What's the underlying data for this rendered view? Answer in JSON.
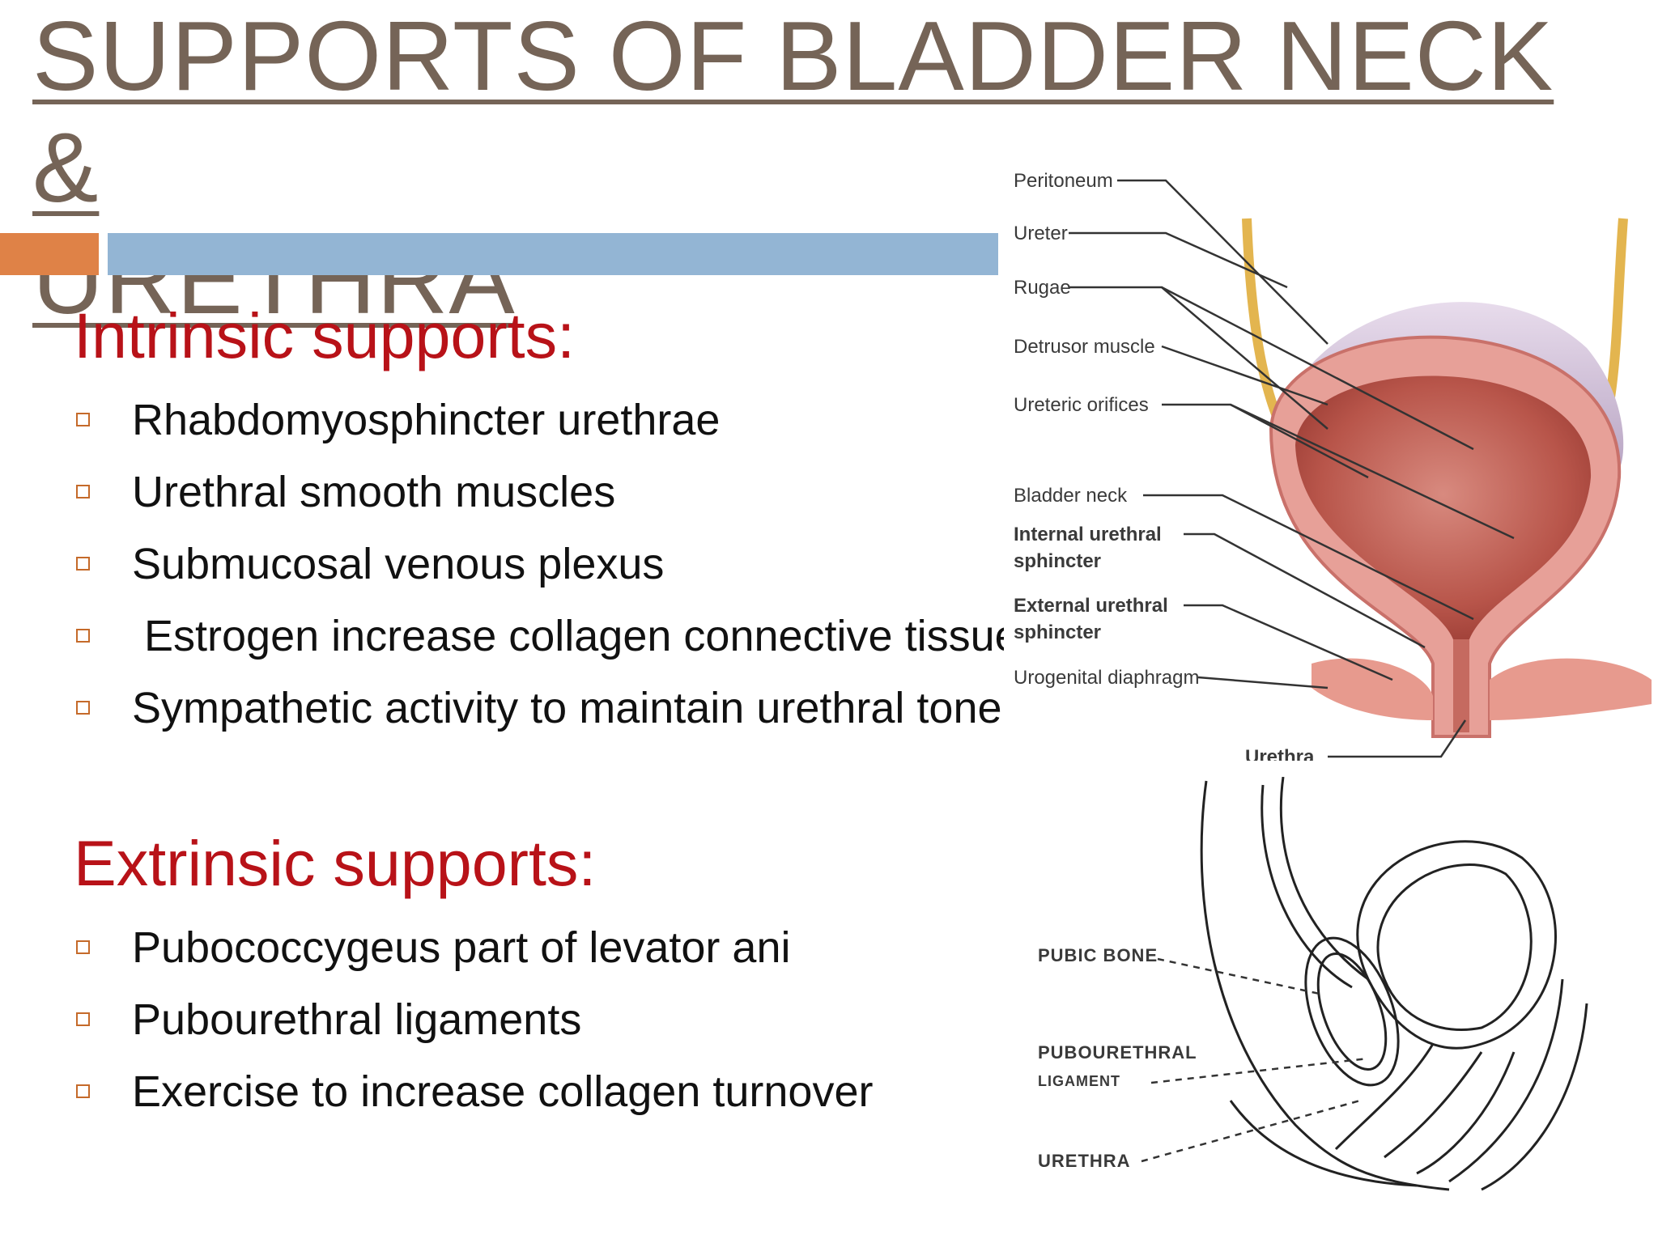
{
  "title": {
    "line1": "SUPPORTS OF BLADDER NECK &",
    "line2": "URETHRA"
  },
  "intrinsic": {
    "heading": "Intrinsic supports:",
    "items": [
      "Rhabdomyosphincter  urethrae",
      "Urethral smooth muscles",
      "Submucosal venous plexus",
      " Estrogen increase collagen connective tissue",
      "Sympathetic activity to maintain urethral tone"
    ]
  },
  "extrinsic": {
    "heading": "Extrinsic supports:",
    "items": [
      "Pubococcygeus part of levator ani",
      "Pubourethral ligaments",
      "Exercise to increase collagen turnover"
    ]
  },
  "figure_bladder": {
    "labels": {
      "peritoneum": "Peritoneum",
      "ureter": "Ureter",
      "rugae": "Rugae",
      "detrusor": "Detrusor muscle",
      "ureteric_orifices": "Ureteric orifices",
      "bladder_neck": "Bladder neck",
      "internal_1": "Internal urethral",
      "internal_2": "sphincter",
      "external_1": "External urethral",
      "external_2": "sphincter",
      "urogenital": "Urogenital diaphragm",
      "urethra": "Urethra"
    }
  },
  "figure_sagittal": {
    "labels": {
      "pubic_bone": "PUBIC BONE",
      "pubourethral_1": "PUBOURETHRAL",
      "pubourethral_2": "LIGAMENT",
      "urethra": "URETHRA"
    }
  },
  "colors": {
    "title": "#756457",
    "heading": "#b81218",
    "accent_orange": "#df8247",
    "accent_blue": "#93b5d4"
  }
}
